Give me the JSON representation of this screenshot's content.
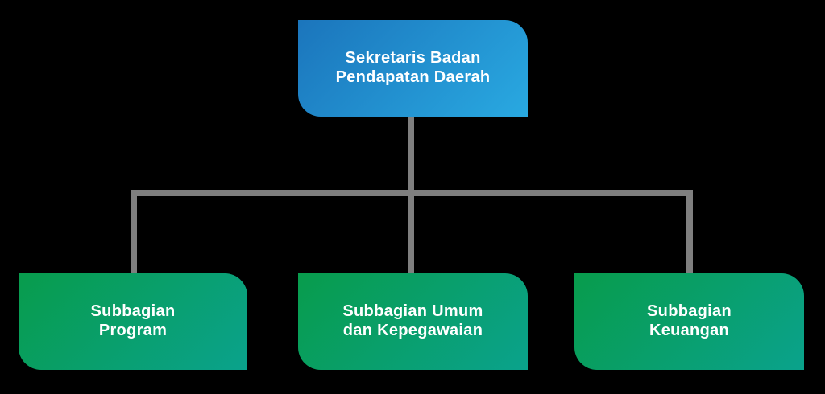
{
  "colors": {
    "background": "#000000",
    "connector": "#7f7f7f",
    "root_gradient_start": "#1b75bc",
    "root_gradient_end": "#29a9e1",
    "child_gradient_start": "#089c4c",
    "child_gradient_end": "#0aa28c",
    "label_text": "#ffffff"
  },
  "org_chart": {
    "root": {
      "lines": [
        "Sekretaris Badan",
        "Pendapatan Daerah"
      ]
    },
    "children": [
      {
        "lines": [
          "Subbagian",
          "Program"
        ]
      },
      {
        "lines": [
          "Subbagian Umum",
          "dan Kepegawaian"
        ]
      },
      {
        "lines": [
          "Subbagian",
          "Keuangan"
        ]
      }
    ]
  }
}
